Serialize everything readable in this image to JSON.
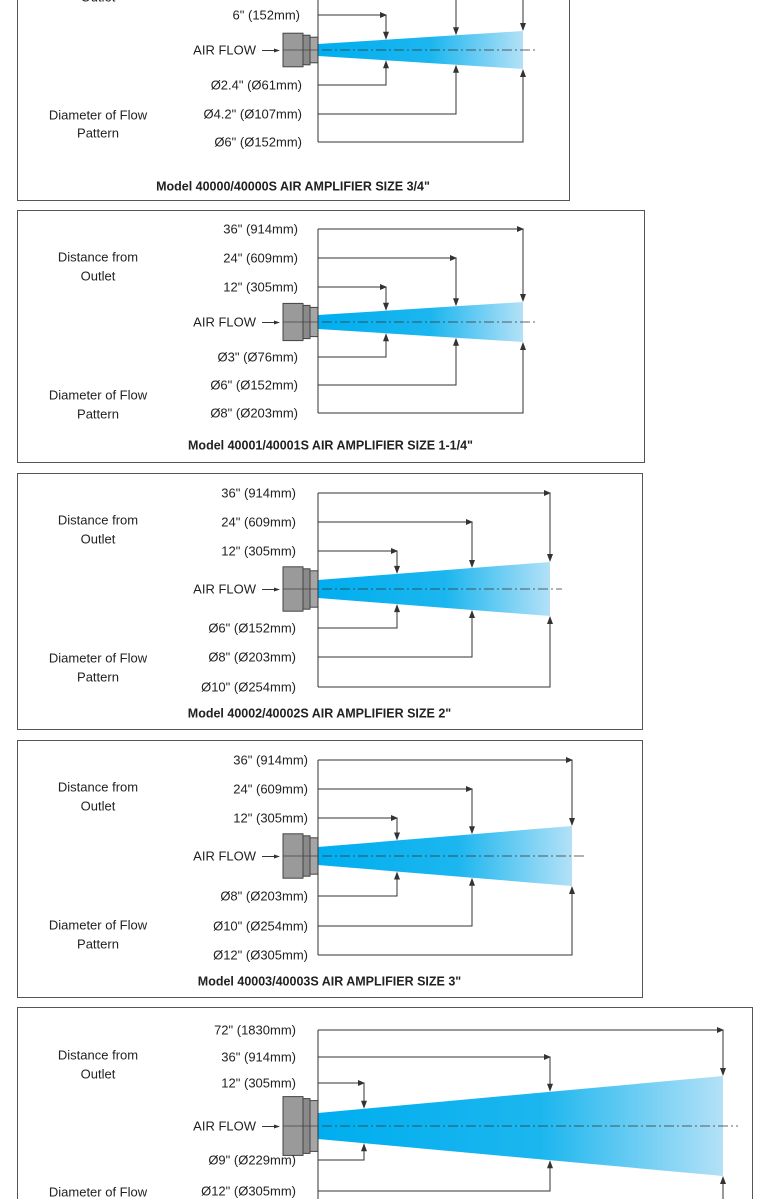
{
  "common": {
    "air_flow": "AIR FLOW",
    "distance_label": [
      "Distance from",
      "Outlet"
    ],
    "diameter_label": [
      "Diameter of Flow",
      "Pattern"
    ]
  },
  "colors": {
    "plume_start": "#00aeef",
    "plume_end": "#b3e1f7",
    "line": "#333333",
    "nozzle": "#9a9a9a"
  },
  "panels": [
    {
      "title": "Model 40000/40000S AIR AMPLIFIER SIZE 3/4\"",
      "distances": [
        "6\" (152mm)"
      ],
      "distance_label": [
        "Outlet"
      ],
      "diameters": [
        "Ø2.4\" (Ø61mm)",
        "Ø4.2\" (Ø107mm)",
        "Ø6\" (Ø152mm)"
      ]
    },
    {
      "title": "Model 40001/40001S AIR AMPLIFIER SIZE 1-1/4\"",
      "distances": [
        "36\" (914mm)",
        "24\" (609mm)",
        "12\" (305mm)"
      ],
      "diameters": [
        "Ø3\" (Ø76mm)",
        "Ø6\"  (Ø152mm)",
        "Ø8\" (Ø203mm)"
      ]
    },
    {
      "title": "Model 40002/40002S AIR AMPLIFIER SIZE 2\"",
      "distances": [
        "36\" (914mm)",
        "24\" (609mm)",
        "12\" (305mm)"
      ],
      "diameters": [
        "Ø6\" (Ø152mm)",
        "Ø8\" (Ø203mm)",
        "Ø10\" (Ø254mm)"
      ]
    },
    {
      "title": "Model 40003/40003S AIR AMPLIFIER SIZE 3\"",
      "distances": [
        "36\" (914mm)",
        "24\" (609mm)",
        "12\" (305mm)"
      ],
      "diameters": [
        "Ø8\" (Ø203mm)",
        "Ø10\" (Ø254mm)",
        "Ø12\" (Ø305mm)"
      ]
    },
    {
      "title": "",
      "distances": [
        "72\" (1830mm)",
        "36\" (914mm)",
        "12\" (305mm)"
      ],
      "diameters": [
        "Ø9\"  (Ø229mm)",
        "Ø12\"  (Ø305mm)"
      ],
      "diameter_label": [
        "Diameter of Flow"
      ]
    }
  ]
}
